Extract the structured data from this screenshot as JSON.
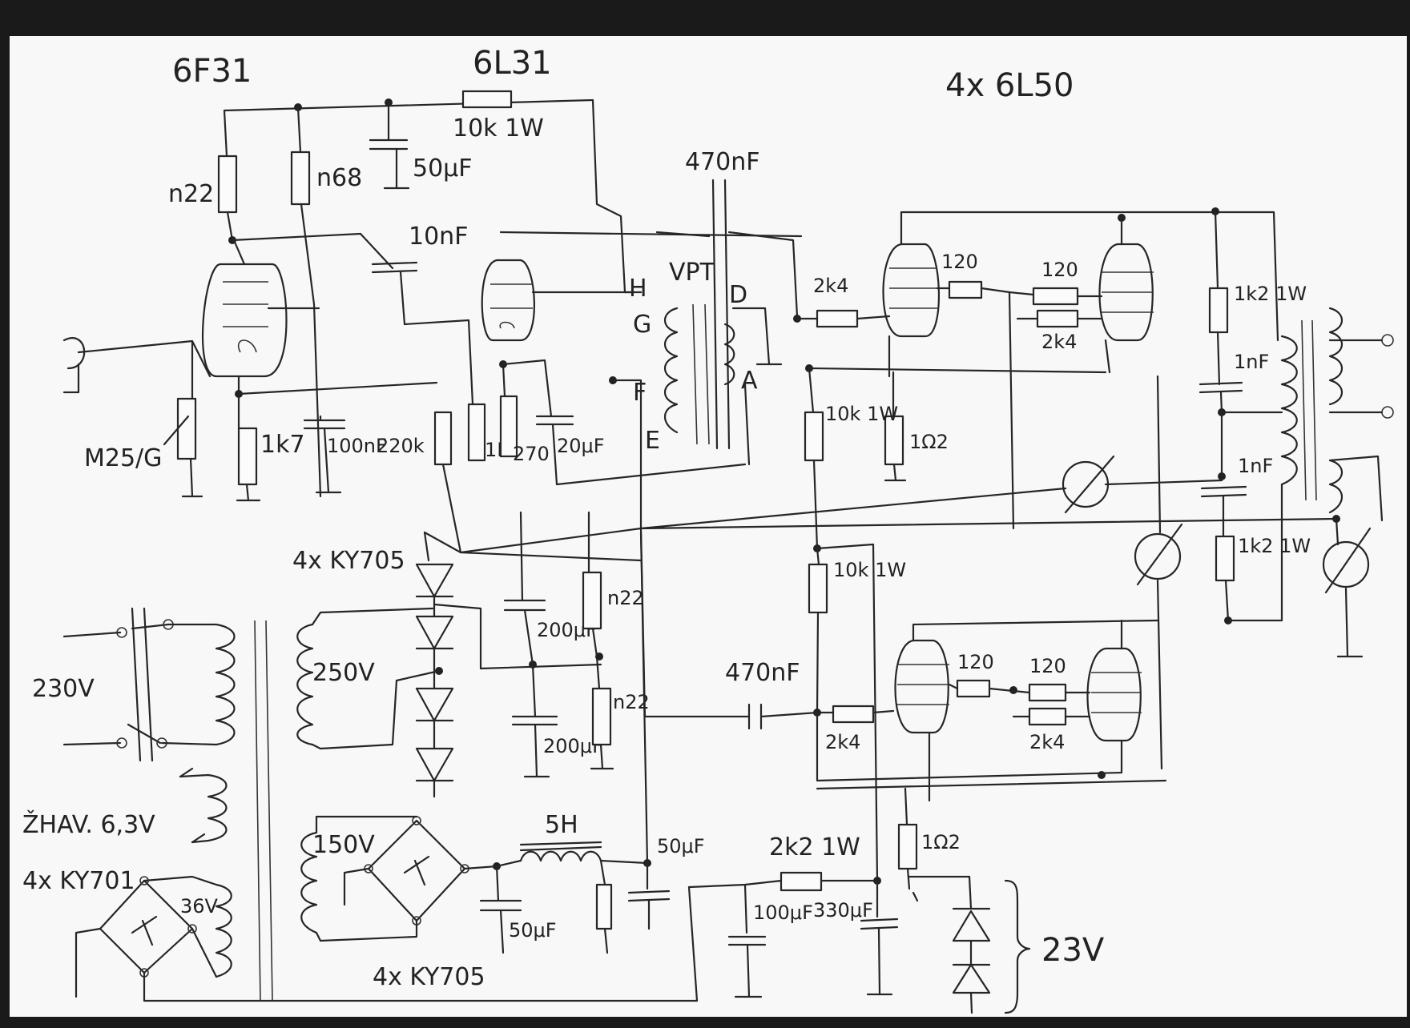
{
  "colors": {
    "paper": "#f8f8f8",
    "ink": "#262626",
    "frame": "#1a1a1a"
  },
  "labels": {
    "tube_6f31": "6F31",
    "tube_6l31": "6L31",
    "tubes_6l50": "4x 6L50",
    "r_n22": "n22",
    "r_n68": "n68",
    "c_50uf_top": "50μF",
    "r_10k_1w": "10k 1W",
    "c_10nf": "10nF",
    "c_470nf_top": "470nF",
    "vpt": "VPT",
    "tap_h": "H",
    "tap_g": "G",
    "tap_f": "F",
    "tap_e": "E",
    "tap_d": "D",
    "tap_a": "A",
    "pot_m25g": "M25/G",
    "r_1k7": "1k7",
    "c_100nf": "100nF",
    "r_220k": "220k",
    "r_1m": "1M",
    "r_270": "270",
    "c_20uf": "20μF",
    "r_2k4_a": "2k4",
    "r_120_a": "120",
    "r_120_b": "120",
    "r_2k4_b": "2k4",
    "r_1k2_1w_a": "1k2 1W",
    "c_1nf_a": "1nF",
    "c_1nf_b": "1nF",
    "r_1k2_1w_b": "1k2 1W",
    "r_10k_1w_a": "10k 1W",
    "r_1r2_a": "1Ω2",
    "r_10k_1w_b": "10k 1W",
    "diodes_4xky705_top": "4x KY705",
    "v_250": "250V",
    "c_200uf_a": "200μF",
    "c_200uf_b": "200μF",
    "r_n22_b": "n22",
    "r_n22_c": "n22",
    "c_470nf_bot": "470nF",
    "r_2k4_c": "2k4",
    "r_120_c": "120",
    "r_120_d": "120",
    "r_2k4_d": "2k4",
    "v_230": "230V",
    "zhav": "ŽHAV. 6,3V",
    "diodes_4xky701": "4x KY701",
    "v_36": "36V",
    "v_150": "150V",
    "choke_5h": "5H",
    "c_50uf_a": "50μF",
    "c_50uf_b": "50μF",
    "diodes_4xky705_bot": "4x KY705",
    "r_2k2_1w": "2k2 1W",
    "r_1r2_b": "1Ω2",
    "c_100uf": "100μF",
    "c_330uf": "330μF",
    "v_23": "23V"
  }
}
